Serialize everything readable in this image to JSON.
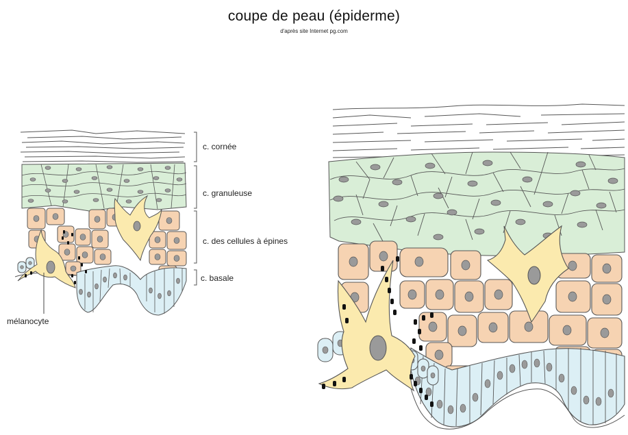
{
  "title": "coupe de peau (épiderme)",
  "subtitle": "d'après site Internet pg.com",
  "labels": {
    "cornee": "c.  cornée",
    "granuleuse": "c.  granuleuse",
    "epines": "c.  des cellules à épines",
    "basale": "c. basale",
    "melanocyte": "mélanocyte"
  },
  "colors": {
    "cornee": "#ffffff",
    "granuleuse": "#d9eed7",
    "epines": "#f6d3b2",
    "basale": "#dceff5",
    "melanocyte": "#fbeaae",
    "nucleus": "#9a9a9a",
    "outline": "#555555",
    "granule": "#111111"
  }
}
